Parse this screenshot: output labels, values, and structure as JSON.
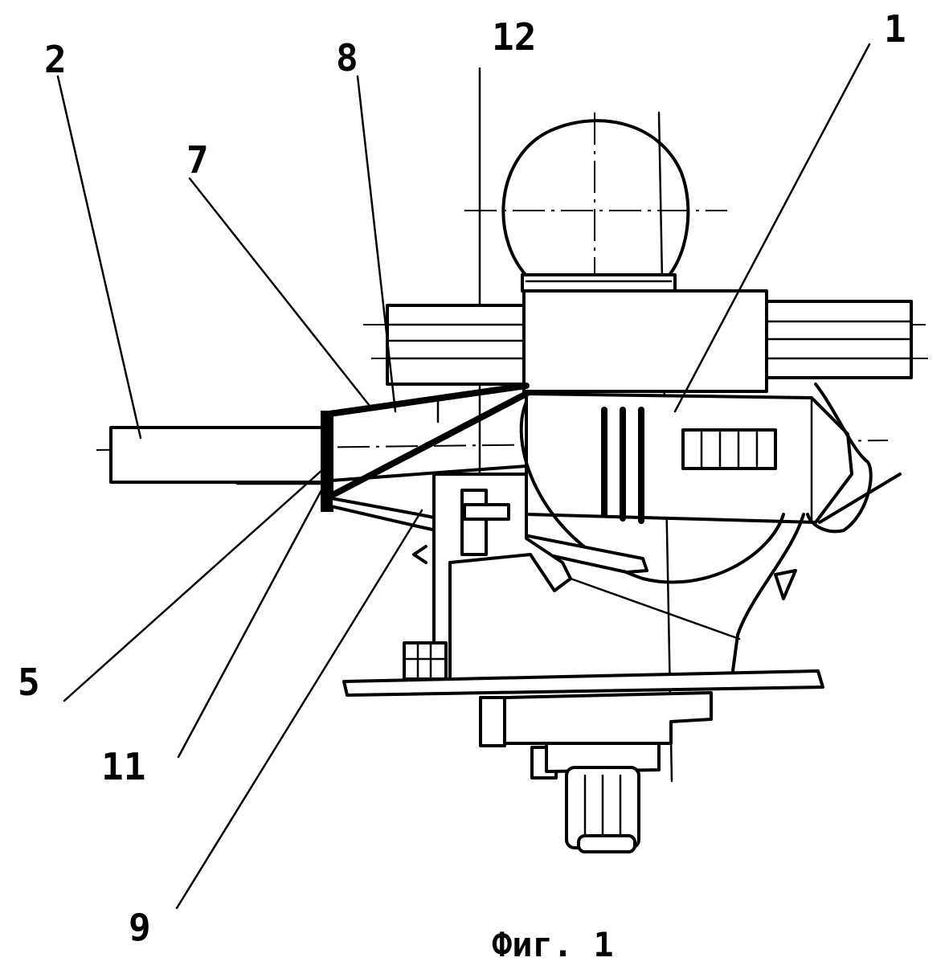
{
  "labels": {
    "l1": "1",
    "l2": "2",
    "l5": "5",
    "l7": "7",
    "l8": "8",
    "l9": "9",
    "l11": "11",
    "l12": "12"
  },
  "caption": "Фиг. 1"
}
